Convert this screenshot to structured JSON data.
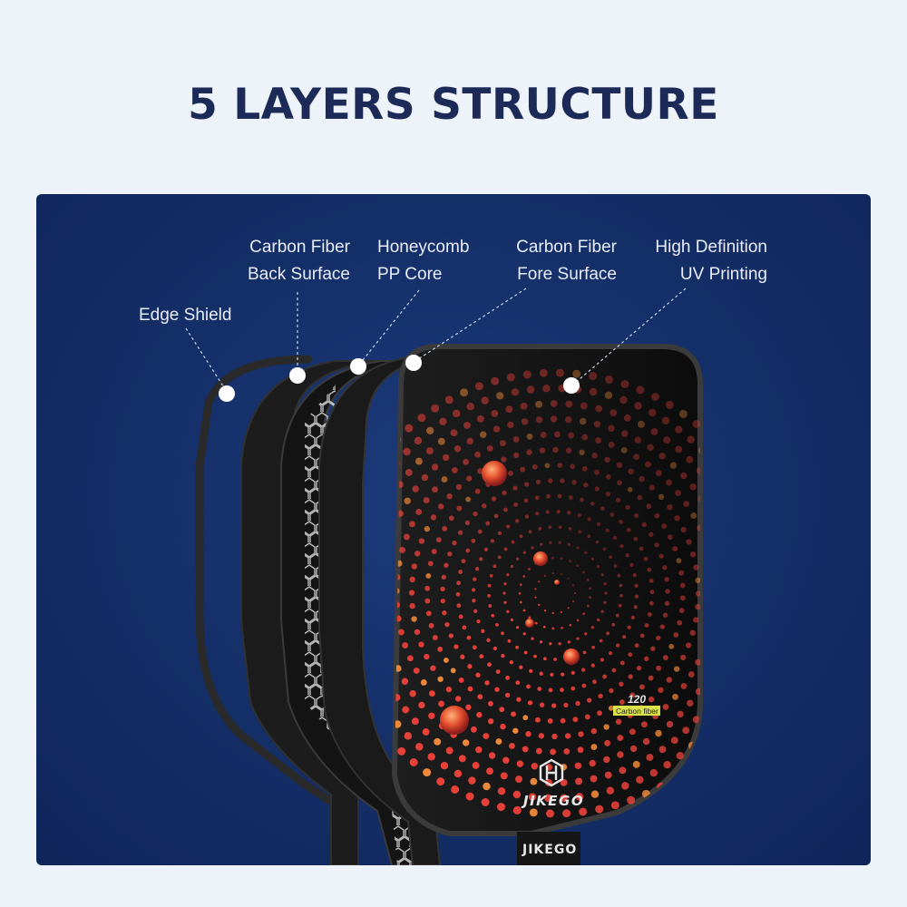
{
  "page": {
    "title": "5 LAYERS STRUCTURE"
  },
  "layers": [
    {
      "id": "edge-shield",
      "line1": "Edge Shield",
      "line2": ""
    },
    {
      "id": "back-surface",
      "line1": "Carbon Fiber",
      "line2": "Back Surface"
    },
    {
      "id": "core",
      "line1": "Honeycomb",
      "line2": "PP Core"
    },
    {
      "id": "fore-surface",
      "line1": "Carbon Fiber",
      "line2": "Fore Surface"
    },
    {
      "id": "uv-printing",
      "line1": "High Definition",
      "line2": "UV Printing"
    }
  ],
  "paddle": {
    "brand": "JIKEGO",
    "model_number": "120",
    "material_tag": "Carbon fiber"
  },
  "colors": {
    "page_background": "#eef2f9",
    "title": "#1b2a57",
    "panel": "#15306a",
    "dots_primary": "#e8413a",
    "dots_accent": "#f08a3a",
    "paddle_face": "#121212",
    "tag": "#d9e24a"
  },
  "icons": {
    "brand_logo": "hexagon-logo-icon"
  }
}
